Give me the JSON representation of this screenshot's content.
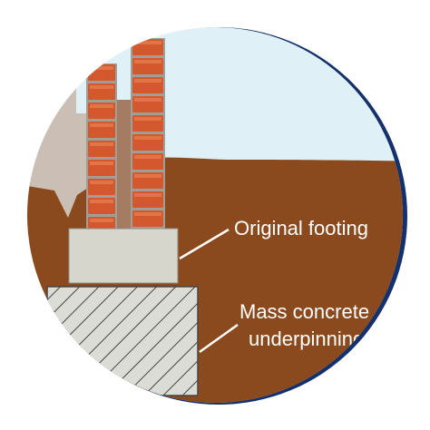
{
  "labels": {
    "original_footing": "Original footing",
    "underpinning_line1": "Mass concrete",
    "underpinning_line2": "underpinning"
  },
  "colors": {
    "sky": "#dff1f7",
    "soil": "#8b4a1d",
    "ground_left": "#cbbfb5",
    "brick": "#d4582e",
    "brick_highlight": "#e27448",
    "mortar": "#a09e97",
    "cavity": "#a57c62",
    "footing": "#d7d6cc",
    "underpinning": "#dcdcd6",
    "hatch": "#444444",
    "leader": "#ffffff",
    "label_text": "#ffffff",
    "frame": "#14316c"
  },
  "icons": {
    "frame": "circular-frame"
  }
}
